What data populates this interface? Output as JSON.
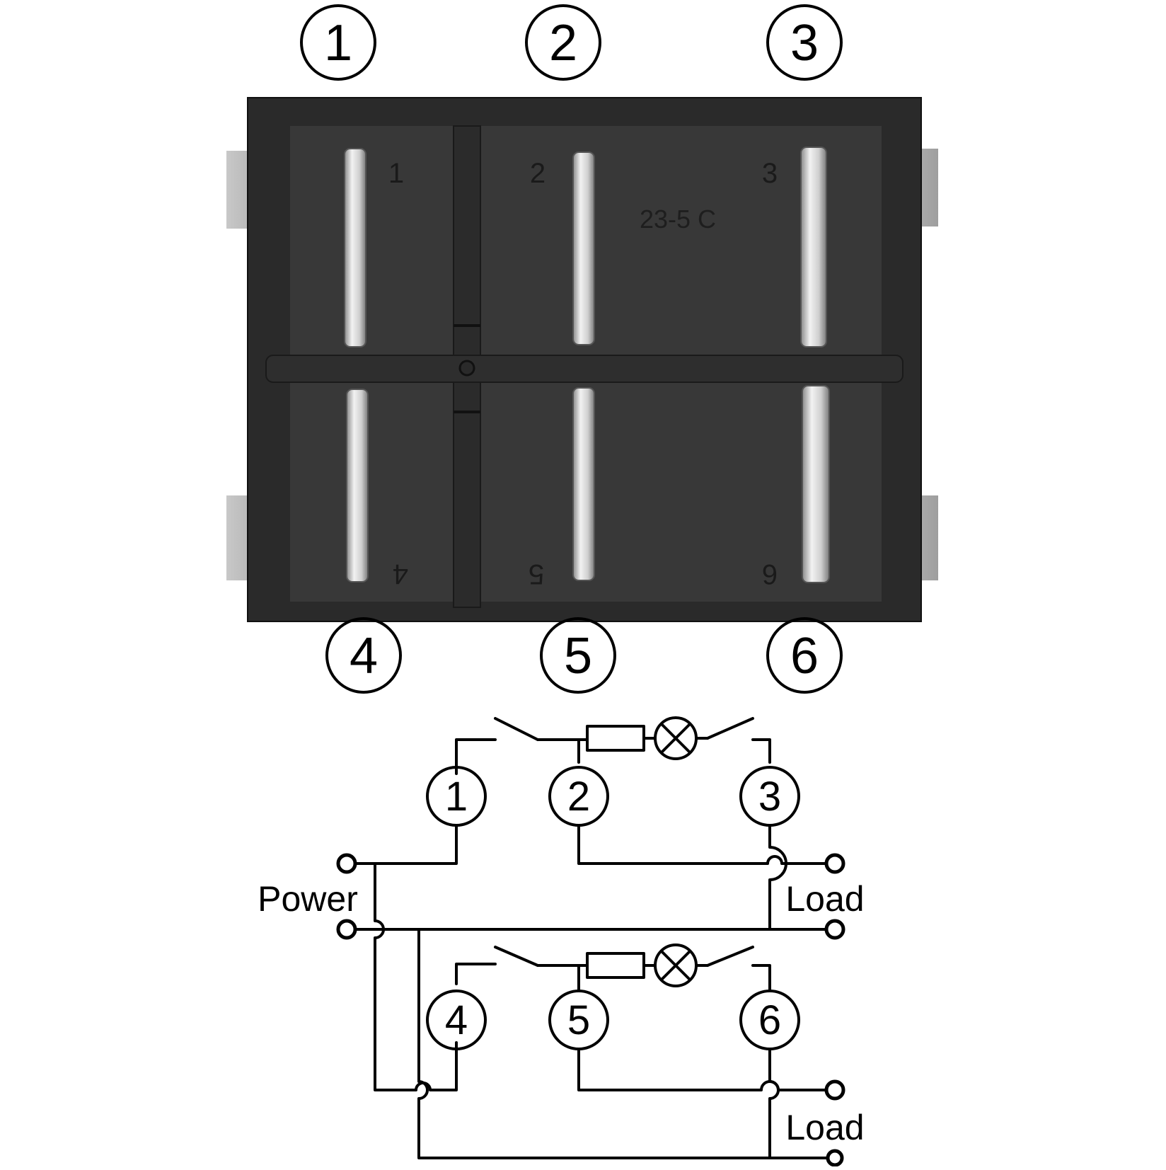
{
  "colors": {
    "background": "#ffffff",
    "ink": "#000000",
    "switch_body": "#2a2a2a",
    "switch_plate": "#383838",
    "mount_tab": "#b5b5b5",
    "terminal": "#d8d8d8"
  },
  "photo": {
    "pin_callouts": [
      "1",
      "2",
      "3",
      "4",
      "5",
      "6"
    ],
    "molded_pin_numbers": [
      "1",
      "2",
      "3",
      "4",
      "5",
      "6"
    ],
    "molded_marking": "23-5 C"
  },
  "schematic": {
    "pin_labels": [
      "1",
      "2",
      "3",
      "4",
      "5",
      "6"
    ],
    "power_label": "Power",
    "load_label_top": "Load",
    "load_label_bottom": "Load"
  }
}
